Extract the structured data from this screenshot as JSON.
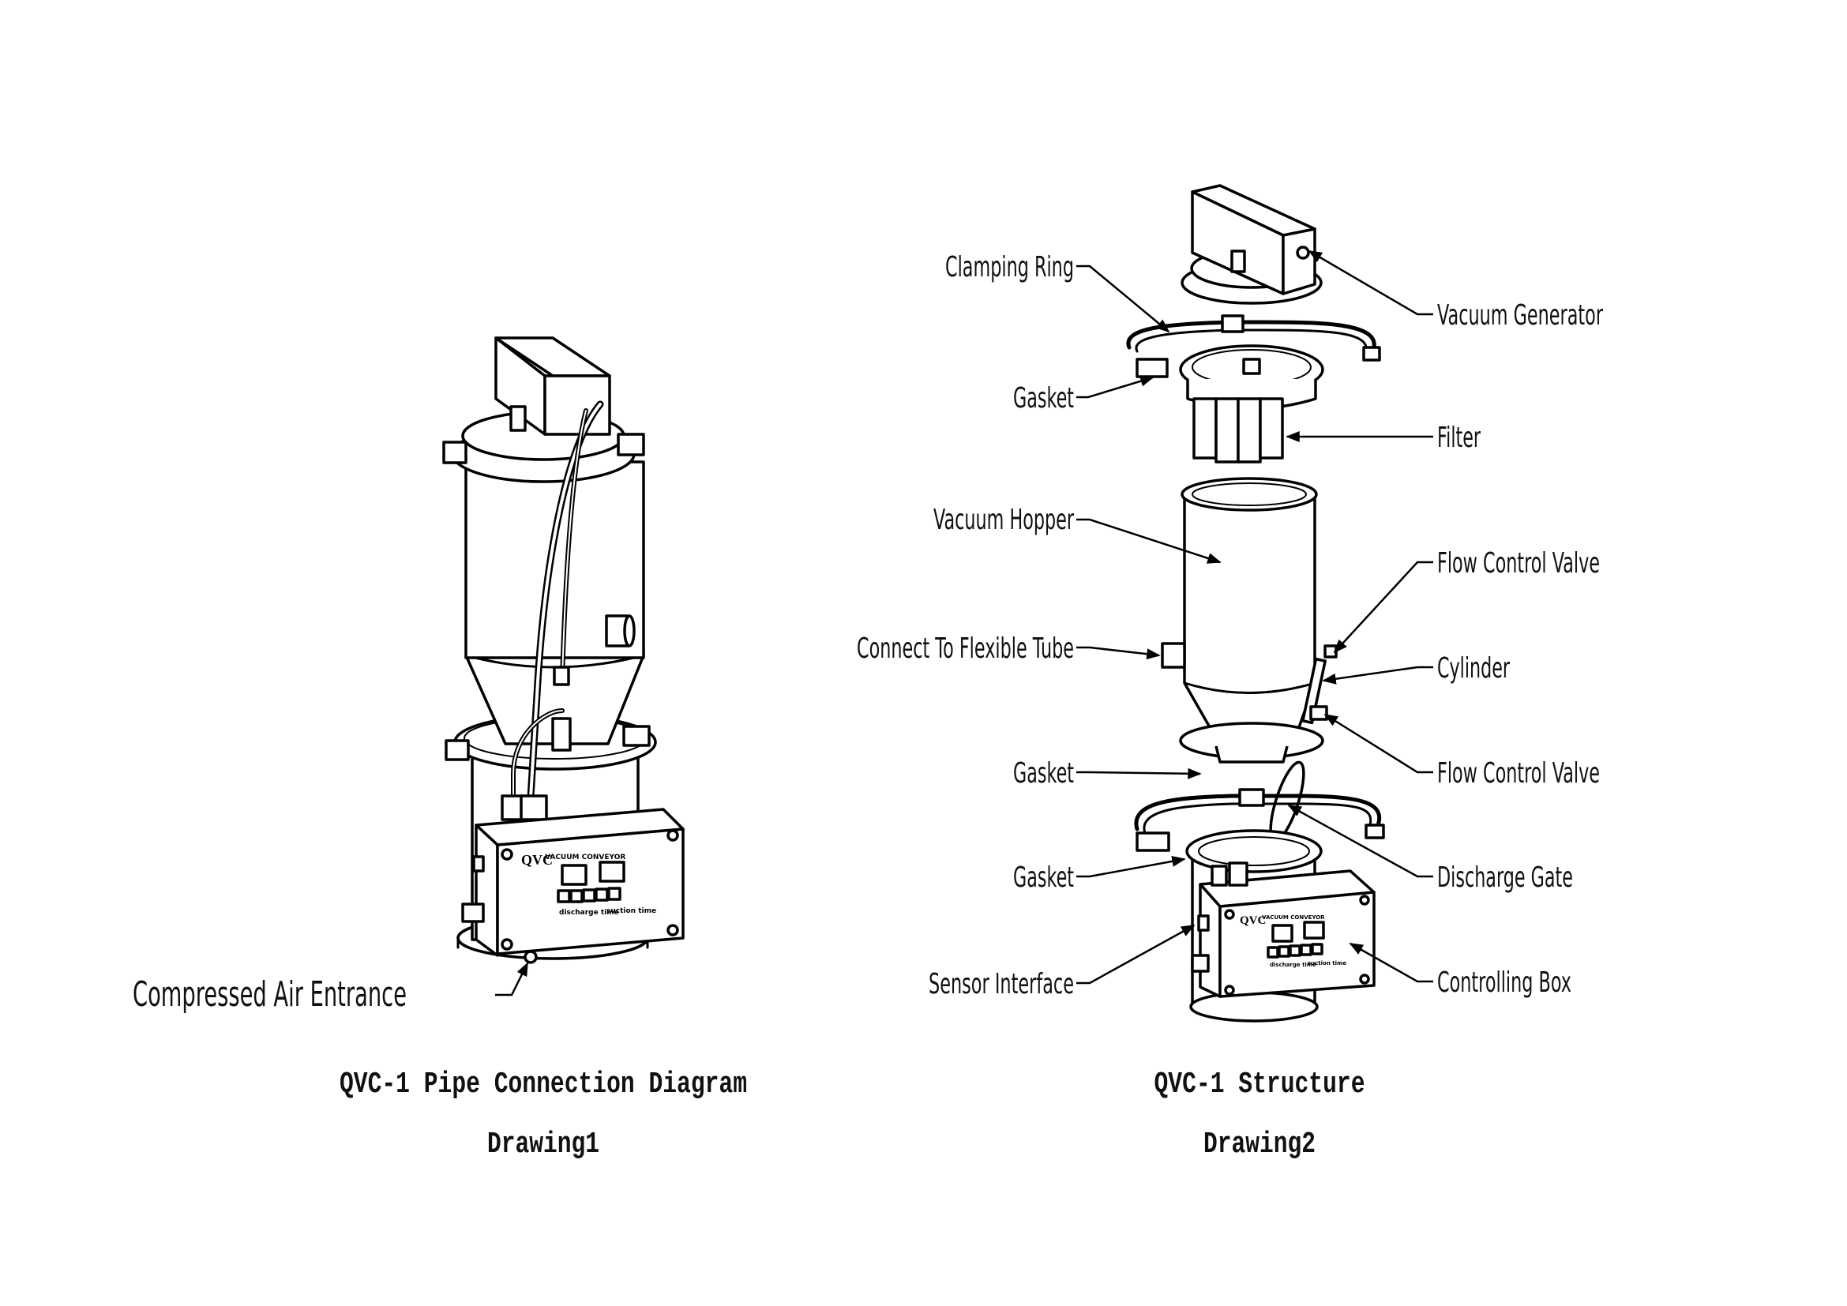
{
  "drawings": [
    {
      "id": "drawing1",
      "caption": "QVC-1 Pipe Connection Diagram",
      "subcaption": "Drawing1",
      "labels": [
        {
          "key": "compressed-air-entrance",
          "text": "Compressed Air Entrance"
        }
      ],
      "controller": {
        "brand": "QVC",
        "title": "VACUUM CONVEYOR",
        "left_caption": "discharge time",
        "right_caption": "suction time"
      }
    },
    {
      "id": "drawing2",
      "caption": "QVC-1 Structure",
      "subcaption": "Drawing2",
      "labels": [
        {
          "key": "clamping-ring",
          "text": "Clamping Ring"
        },
        {
          "key": "gasket-top",
          "text": "Gasket"
        },
        {
          "key": "vacuum-hopper",
          "text": "Vacuum Hopper"
        },
        {
          "key": "connect-flexible-tube",
          "text": "Connect To Flexible Tube"
        },
        {
          "key": "gasket-middle",
          "text": "Gasket"
        },
        {
          "key": "gasket-bottom",
          "text": "Gasket"
        },
        {
          "key": "sensor-interface",
          "text": "Sensor Interface"
        },
        {
          "key": "vacuum-generator",
          "text": "Vacuum Generator"
        },
        {
          "key": "filter",
          "text": "Filter"
        },
        {
          "key": "flow-control-valve-top",
          "text": "Flow Control Valve"
        },
        {
          "key": "cylinder",
          "text": "Cylinder"
        },
        {
          "key": "flow-control-valve-bottom",
          "text": "Flow Control Valve"
        },
        {
          "key": "discharge-gate",
          "text": "Discharge Gate"
        },
        {
          "key": "controlling-box",
          "text": "Controlling Box"
        }
      ],
      "controller": {
        "brand": "QVC",
        "title": "VACUUM CONVEYOR",
        "left_caption": "discharge time",
        "right_caption": "suction time"
      }
    }
  ]
}
